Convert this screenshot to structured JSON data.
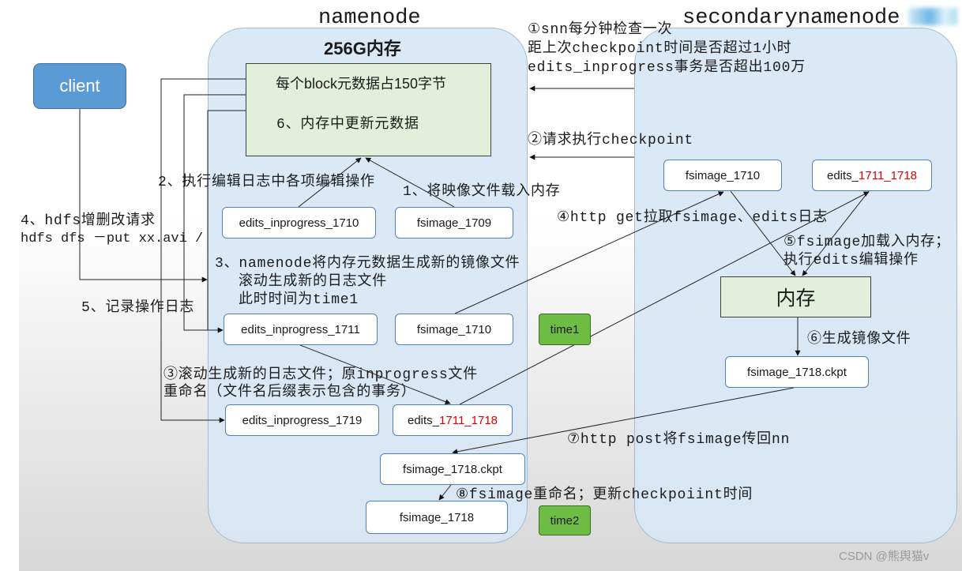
{
  "titles": {
    "namenode": "namenode",
    "secondarynamenode": "secondarynamenode"
  },
  "client": {
    "label": "client"
  },
  "namenode": {
    "memory_heading": "256G内存",
    "memory_box": {
      "block_metadata": "每个block元数据占150字节",
      "update_step": "6、内存中更新元数据"
    },
    "annotations": {
      "step1": "1、将映像文件载入内存",
      "step2": "2、执行编辑日志中各项编辑操作",
      "step3": [
        "3、namenode将内存元数据生成新的镜像文件",
        "滚动生成新的日志文件",
        "此时时间为time1"
      ],
      "step4": [
        "4、hdfs增删改请求",
        "hdfs dfs －put xx.avi /"
      ],
      "step5": "5、记录操作日志",
      "roll_step": [
        "③滚动生成新的日志文件；原inprogress文件",
        "重命名（文件名后缀表示包含的事务）"
      ],
      "rename_step": "⑧fsimage重命名；更新checkpoiint时间"
    },
    "files": {
      "edits_inprogress_1710": "edits_inprogress_1710",
      "fsimage_1709": "fsimage_1709",
      "edits_inprogress_1711": "edits_inprogress_1711",
      "fsimage_1710": "fsimage_1710",
      "edits_inprogress_1719": "edits_inprogress_1719",
      "edits_1711_1718": {
        "prefix": "edits_",
        "range": "1711_1718"
      },
      "fsimage_1718_ckpt": "fsimage_1718.ckpt",
      "fsimage_1718": "fsimage_1718"
    },
    "time_markers": {
      "time1": "time1",
      "time2": "time2"
    }
  },
  "checkpoint_trigger": {
    "check": [
      "①snn每分钟检查一次",
      "距上次checkpoint时间是否超过1小时",
      "edits_inprogress事务是否超出100万"
    ],
    "request": "②请求执行checkpoint"
  },
  "secondarynamenode": {
    "files": {
      "fsimage_1710": "fsimage_1710",
      "edits_1711_1718": {
        "prefix": "edits_",
        "range": "1711_1718"
      },
      "fsimage_1718_ckpt": "fsimage_1718.ckpt"
    },
    "memory_box": "内存",
    "annotations": {
      "http_get": "④http get拉取fsimage、edits日志",
      "load": [
        "⑤fsimage加载入内存；",
        "执行edits编辑操作"
      ],
      "generate": "⑥生成镜像文件",
      "http_post": "⑦http post将fsimage传回nn"
    }
  },
  "watermark": "CSDN @熊舆猫v",
  "colors": {
    "panel_fill": "#d9e7f5",
    "panel_border": "#9db8d4",
    "file_box_border": "#4f81bd",
    "memory_box_fill": "#e2efda",
    "time_marker_fill": "#6dbd45",
    "client_fill": "#5b9bd5",
    "highlight_red": "#e00000",
    "text": "#1b1b1b",
    "watermark": "#9a9a9a"
  }
}
